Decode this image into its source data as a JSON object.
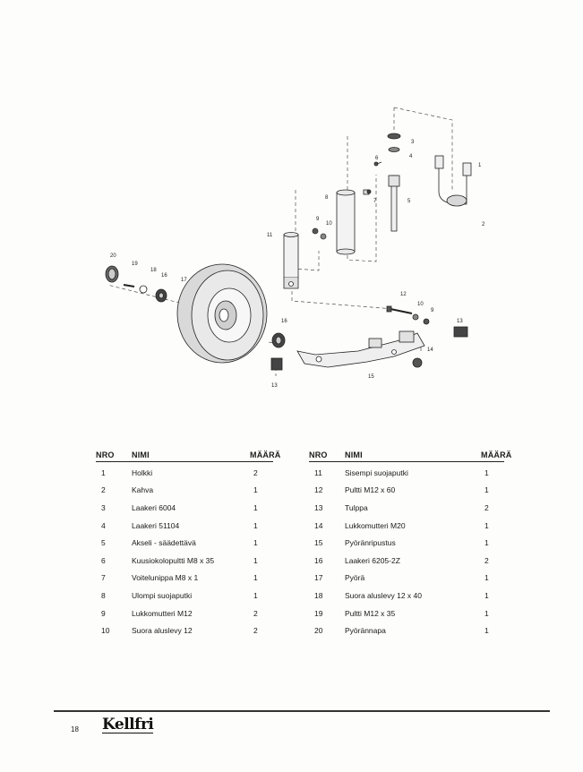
{
  "diagram": {
    "callouts": [
      "1",
      "2",
      "3",
      "4",
      "5",
      "6",
      "7",
      "8",
      "9",
      "10",
      "11",
      "12",
      "9",
      "10",
      "13",
      "14",
      "15",
      "16",
      "13",
      "16",
      "17",
      "18",
      "19",
      "20"
    ]
  },
  "table": {
    "headers": {
      "nro": "NRO",
      "nimi": "NIMI",
      "maara": "MÄÄRÄ"
    },
    "left": [
      {
        "nro": "1",
        "nimi": "Holkki",
        "maara": "2"
      },
      {
        "nro": "2",
        "nimi": "Kahva",
        "maara": "1"
      },
      {
        "nro": "3",
        "nimi": "Laakeri 6004",
        "maara": "1"
      },
      {
        "nro": "4",
        "nimi": "Laakeri 51104",
        "maara": "1"
      },
      {
        "nro": "5",
        "nimi": "Akseli - säädettävä",
        "maara": "1"
      },
      {
        "nro": "6",
        "nimi": "Kuusiokolopultti M8 x 35",
        "maara": "1"
      },
      {
        "nro": "7",
        "nimi": "Voitelunippa M8 x 1",
        "maara": "1"
      },
      {
        "nro": "8",
        "nimi": "Ulompi suojaputki",
        "maara": "1"
      },
      {
        "nro": "9",
        "nimi": "Lukkomutteri M12",
        "maara": "2"
      },
      {
        "nro": "10",
        "nimi": "Suora aluslevy 12",
        "maara": "2"
      }
    ],
    "right": [
      {
        "nro": "11",
        "nimi": "Sisempi suojaputki",
        "maara": "1"
      },
      {
        "nro": "12",
        "nimi": "Pultti M12 x 60",
        "maara": "1"
      },
      {
        "nro": "13",
        "nimi": "Tulppa",
        "maara": "2"
      },
      {
        "nro": "14",
        "nimi": "Lukkomutteri M20",
        "maara": "1"
      },
      {
        "nro": "15",
        "nimi": "Pyöränripustus",
        "maara": "1"
      },
      {
        "nro": "16",
        "nimi": "Laakeri 6205-2Z",
        "maara": "2"
      },
      {
        "nro": "17",
        "nimi": "Pyörä",
        "maara": "1"
      },
      {
        "nro": "18",
        "nimi": "Suora aluslevy 12 x 40",
        "maara": "1"
      },
      {
        "nro": "19",
        "nimi": "Pultti M12 x 35",
        "maara": "1"
      },
      {
        "nro": "20",
        "nimi": "Pyörännapa",
        "maara": "1"
      }
    ]
  },
  "footer": {
    "page_number": "18",
    "brand": "Kellfri"
  }
}
